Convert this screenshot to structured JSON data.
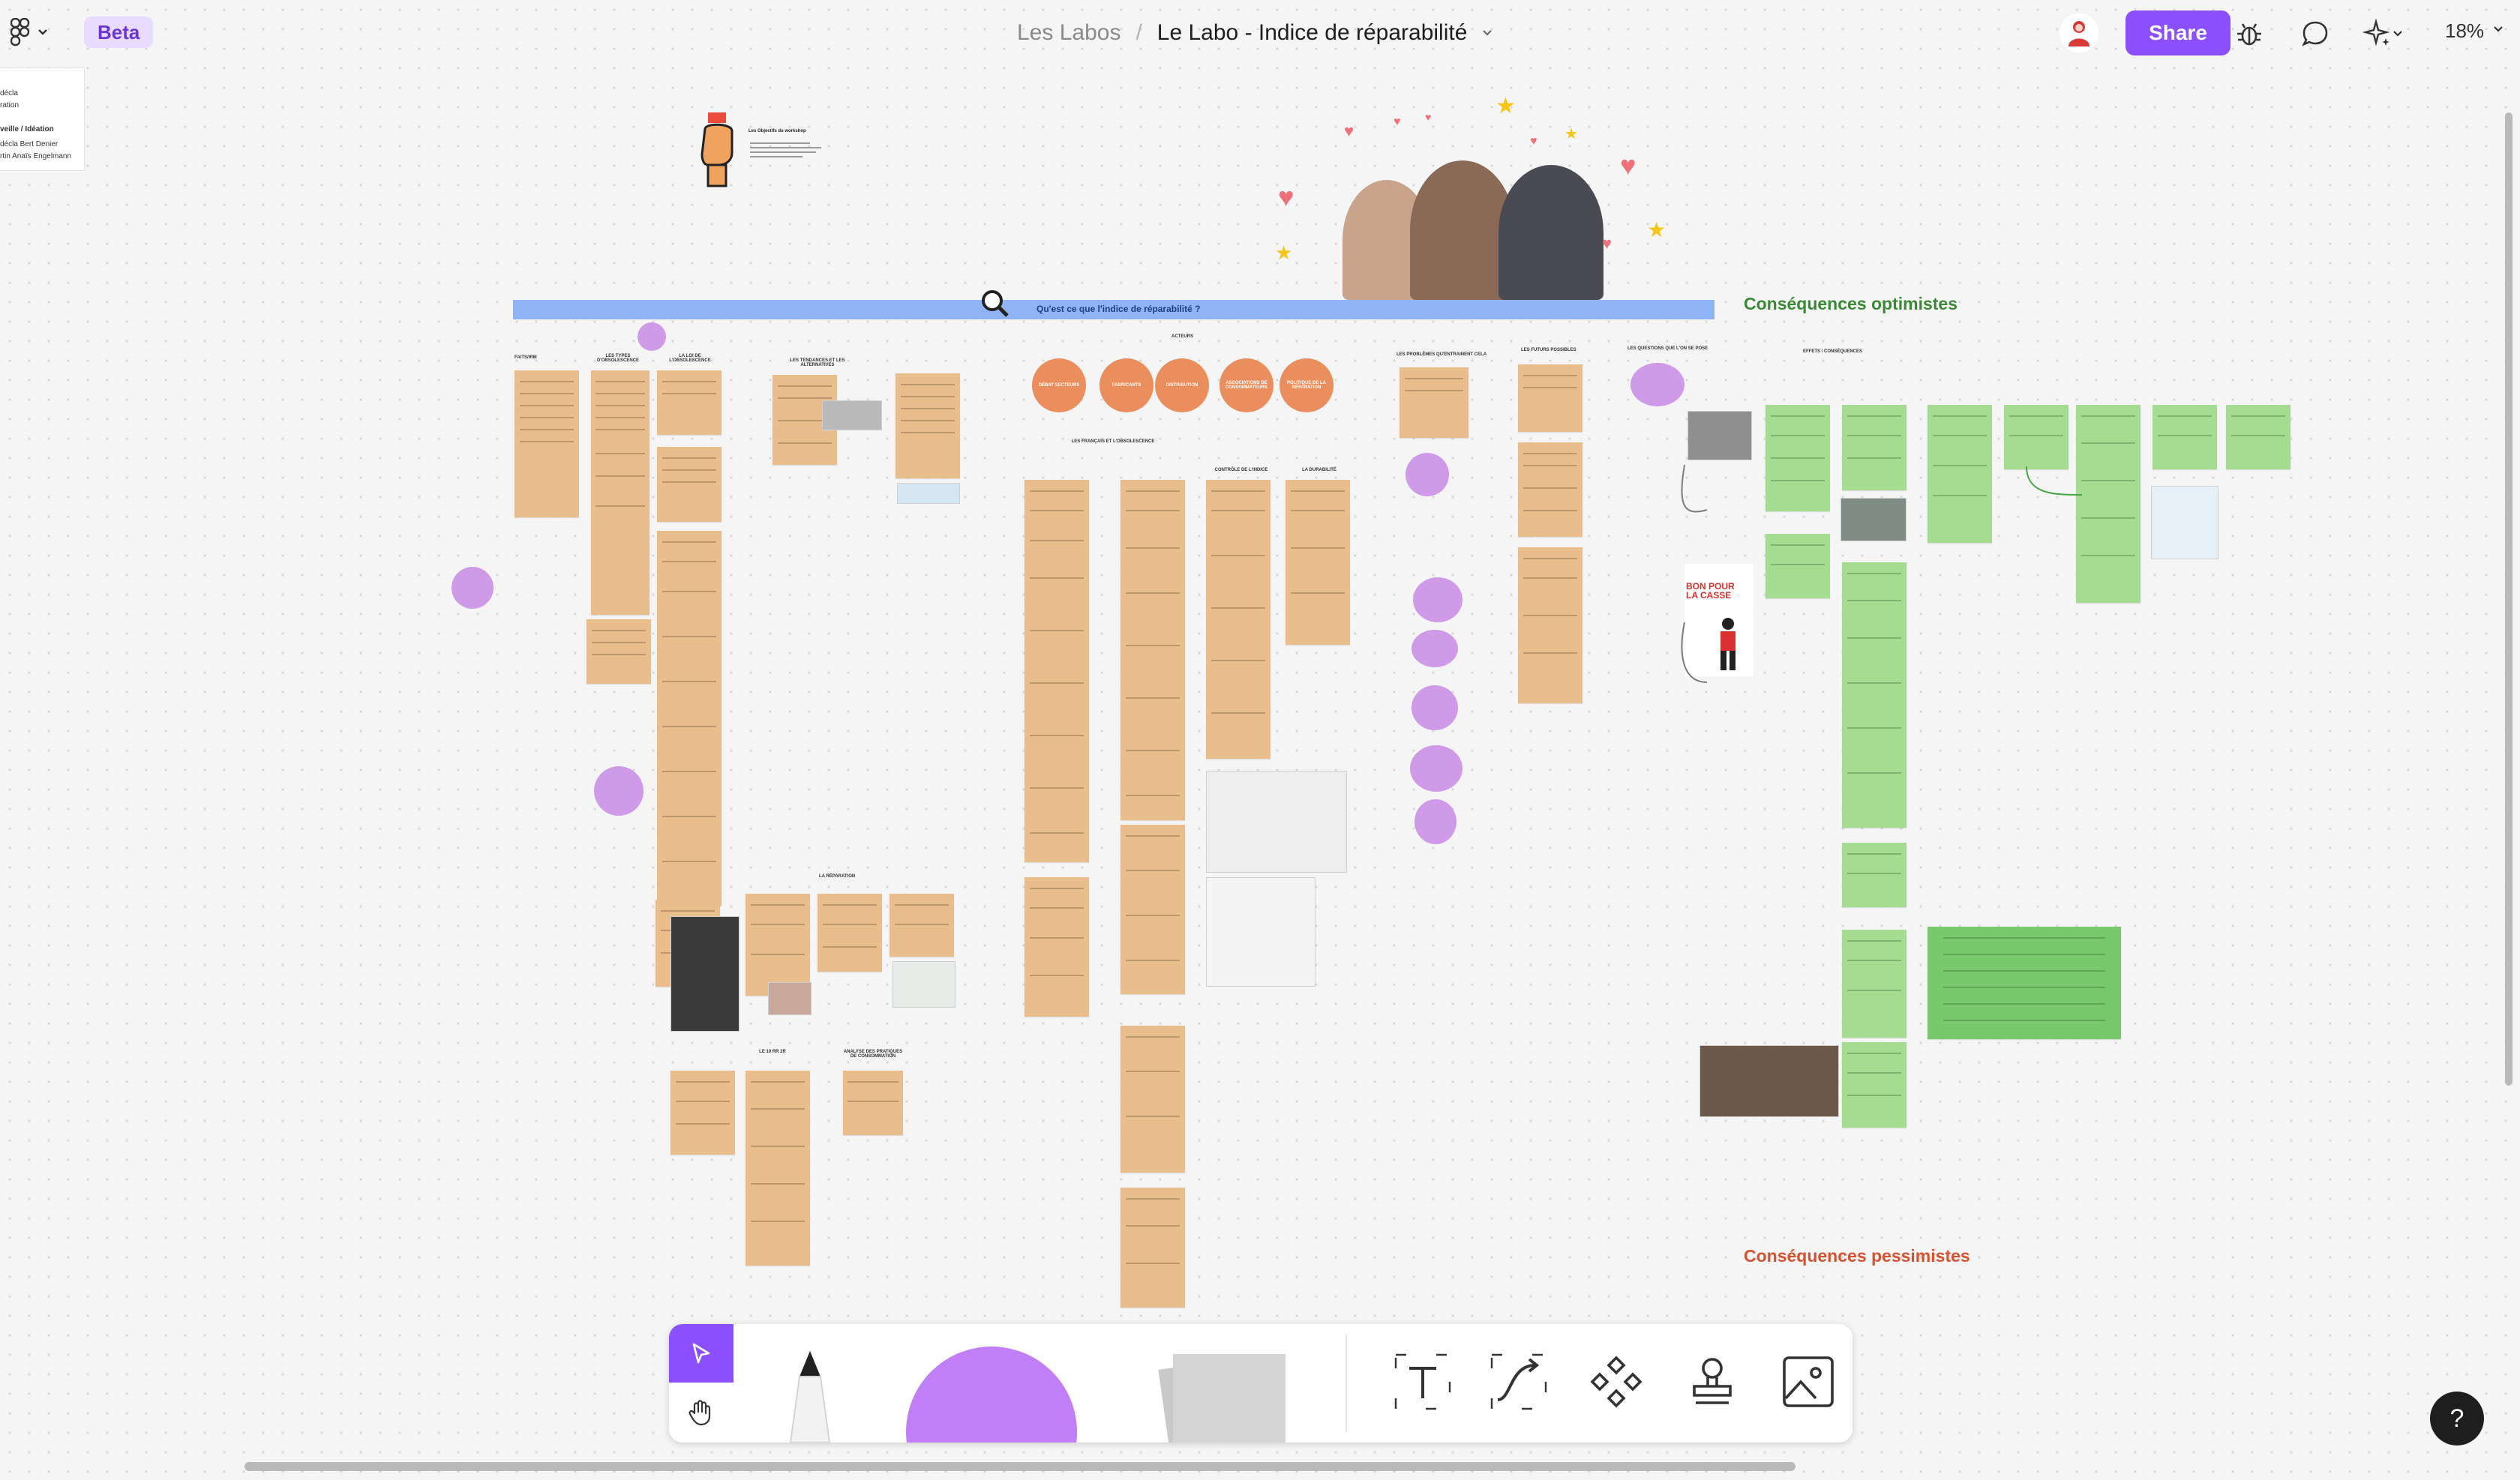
{
  "app": {
    "beta_label": "Beta",
    "team_name": "Les Labos",
    "separator": "/",
    "file_name": "Le Labo - Indice de réparabilité",
    "share_label": "Share",
    "zoom_level": "18%",
    "accent_color": "#8b4ffd"
  },
  "pages_panel": {
    "lines": [
      "décla",
      "ration",
      "veille / Idéation",
      "décla  Bert Denier",
      "rtin  Anaïs Engelmann"
    ]
  },
  "board": {
    "headline": "Qu'est ce que l'indice de réparabilité ?",
    "section_optimistic": "Conséquences optimistes",
    "section_pessimistic": "Conséquences pessimistes",
    "section_optimistic_color": "#3a8a35",
    "section_pessimistic_color": "#d8512f",
    "intro_title": "Les Objectifs du workshop",
    "column_titles": [
      "FAITS/IRM",
      "LES TYPES D'OBSOLESCENCE",
      "LA LOI DE L'OBSOLESCENCE",
      "LES TENDANCES ET LES ALTERNATIVES",
      "ACTEURS",
      "LES FRANÇAIS ET L'OBSOLESCENCE",
      "LES PROBLÈMES QU'ENTRAINENT CELA",
      "LES FUTURS POSSIBLES",
      "LES QUESTIONS QUE L'ON SE POSE",
      "EFFETS / CONSÉQUENCES",
      "LA RÉPARATION",
      "LE 10 RR 2R",
      "ANALYSE DES PRATIQUES DE CONSOMMATION",
      "LA DURABILITÉ",
      "CONTRÔLE DE L'INDICE"
    ],
    "actors": [
      "DÉBAT SECTEURS",
      "FABRICANTS",
      "DISTRIBUTION",
      "ASSOCIATIONS DE CONSOMMATEURS",
      "POLITIQUE DE LA RÉPARATION"
    ],
    "magazine_headline": "BON POUR LA CASSE",
    "circle_color": "#cf9ae8",
    "note_color": "#e9bd8c",
    "green_note_color": "#a6dc92"
  },
  "toolbar": {
    "tools": [
      "select-tool",
      "hand-tool",
      "pencil-tool",
      "shape-tool",
      "sticky-note-tool",
      "text-tool",
      "connector-tool",
      "components-tool",
      "stamp-tool",
      "image-tool"
    ]
  },
  "help_label": "?"
}
